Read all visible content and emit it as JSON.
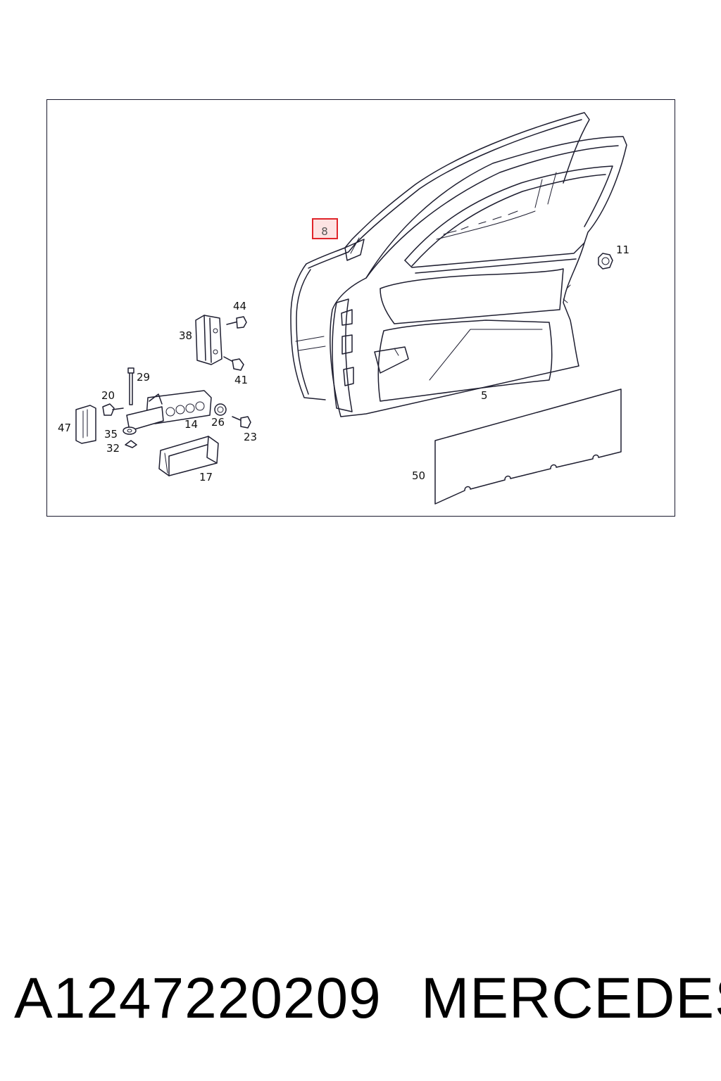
{
  "diagram": {
    "callouts": {
      "c8": "8",
      "c11": "11",
      "c44": "44",
      "c38": "38",
      "c41": "41",
      "c29": "29",
      "c20": "20",
      "c47": "47",
      "c35": "35",
      "c32": "32",
      "c14": "14",
      "c26": "26",
      "c23": "23",
      "c17": "17",
      "c5": "5",
      "c50": "50"
    },
    "highlight_color": "#e0252b",
    "highlight_fill": "#fde3e3",
    "line_color": "#1e1e30"
  },
  "footer": {
    "part_number": "A1247220209",
    "brand": "MERCEDES"
  }
}
